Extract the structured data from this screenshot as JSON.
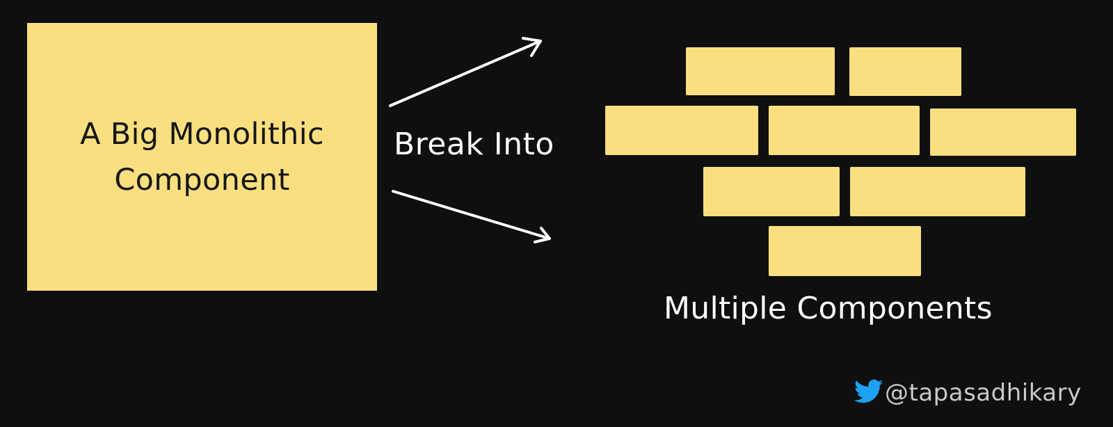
{
  "monolith": {
    "line1": "A Big Monolithic",
    "line2": "Component"
  },
  "connector": {
    "label": "Break Into"
  },
  "bricks": {
    "label": "Multiple Components"
  },
  "footer": {
    "handle": "@tapasadhikary",
    "icon": "twitter-bird-icon"
  },
  "colors": {
    "background": "#0f0f0f",
    "block": "#f9df7f",
    "text_dark": "#161616",
    "text_light": "#ffffff",
    "twitter_blue": "#1da1f2"
  }
}
